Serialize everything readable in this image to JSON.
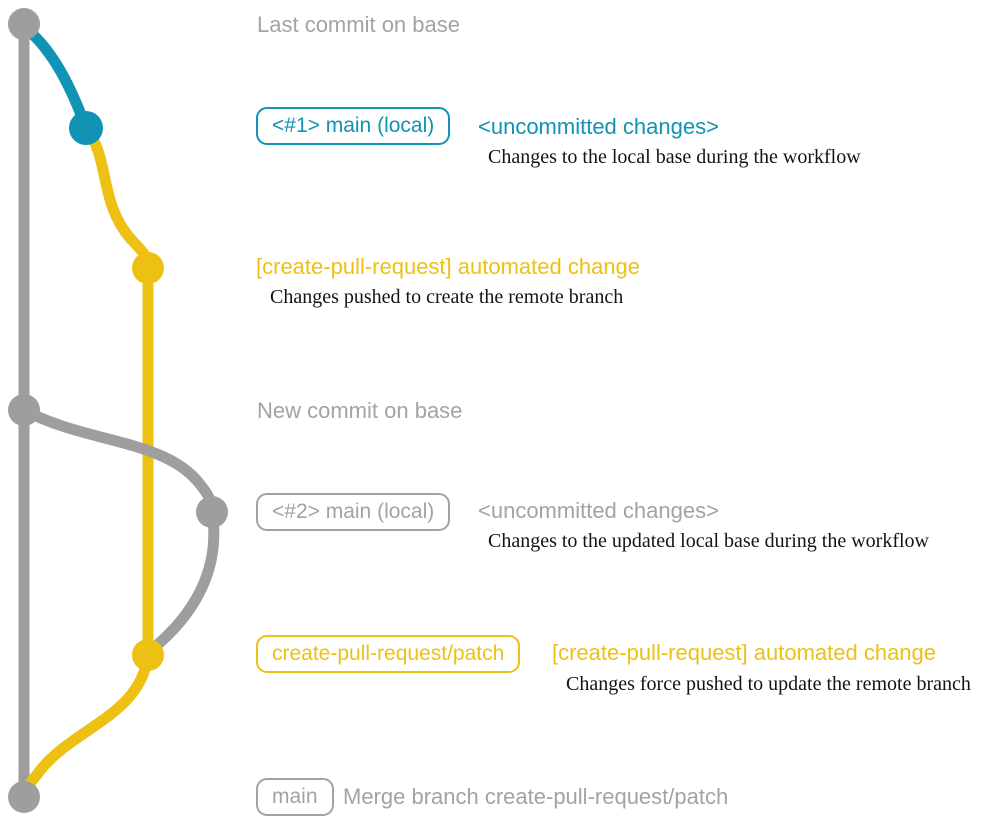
{
  "colors": {
    "gray": "#9e9e9e",
    "teal": "#1093b4",
    "yellow": "#edc113",
    "label_gray": "#a3a3a3",
    "ink": "#141414",
    "bg": "#ffffff"
  },
  "graph": {
    "branches": [
      {
        "name": "base",
        "color_key": "gray"
      },
      {
        "name": "local-uncommitted-changes",
        "color_key": "teal"
      },
      {
        "name": "create-pull-request/patch",
        "color_key": "yellow"
      }
    ],
    "commit_dots": [
      {
        "name": "last-commit-on-base",
        "color_key": "gray"
      },
      {
        "name": "uncommitted-changes-1",
        "color_key": "teal"
      },
      {
        "name": "automated-change-1",
        "color_key": "yellow"
      },
      {
        "name": "new-commit-on-base",
        "color_key": "gray"
      },
      {
        "name": "uncommitted-changes-2",
        "color_key": "gray"
      },
      {
        "name": "automated-change-2",
        "color_key": "yellow"
      },
      {
        "name": "merge-commit",
        "color_key": "gray"
      }
    ]
  },
  "rows": {
    "r1": {
      "title": "Last commit on base"
    },
    "r2": {
      "branch_label": "<#1> main (local)",
      "status": "<uncommitted changes>",
      "description": "Changes to the local base during the workflow"
    },
    "r3": {
      "commit_message": "[create-pull-request] automated change",
      "description": "Changes pushed to create the remote branch"
    },
    "r4": {
      "title": "New commit on base"
    },
    "r5": {
      "branch_label": "<#2> main (local)",
      "status": "<uncommitted changes>",
      "description": "Changes to the updated local base during the workflow"
    },
    "r6": {
      "branch_label": "create-pull-request/patch",
      "commit_message": "[create-pull-request] automated change",
      "description": "Changes force pushed to update the remote branch"
    },
    "r7": {
      "branch_label": "main",
      "commit_message": "Merge branch create-pull-request/patch"
    }
  }
}
